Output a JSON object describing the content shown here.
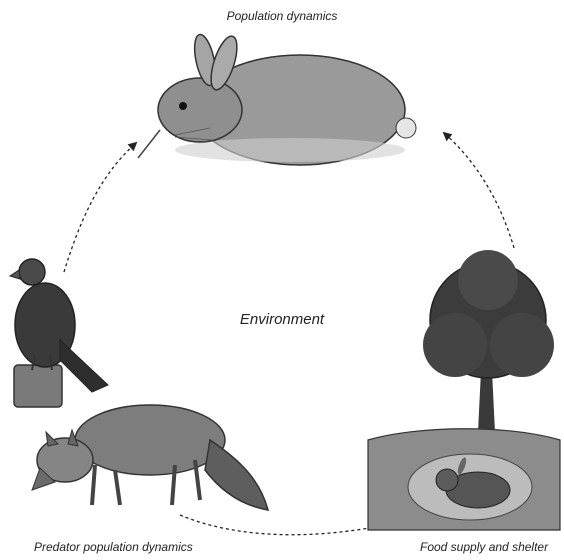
{
  "labels": {
    "top": "Population dynamics",
    "center": "Environment",
    "bottom_left": "Predator population dynamics",
    "bottom_right": "Food supply and shelter"
  },
  "nodes": [
    {
      "id": "rabbit",
      "icon": "rabbit-illustration"
    },
    {
      "id": "hawk",
      "icon": "hawk-illustration"
    },
    {
      "id": "fox",
      "icon": "fox-illustration"
    },
    {
      "id": "tree",
      "icon": "tree-illustration"
    },
    {
      "id": "burrow",
      "icon": "rabbit-burrow-illustration"
    }
  ],
  "edges": [
    {
      "from": "hawk",
      "to": "rabbit",
      "style": "dotted-arrow"
    },
    {
      "from": "fox",
      "to": "burrow",
      "style": "dotted-line"
    },
    {
      "from": "tree",
      "to": "rabbit",
      "style": "dotted-arrow"
    }
  ],
  "colors": {
    "ink": "#222222",
    "fill_dark": "#3a3a3a",
    "fill_mid": "#8a8a8a",
    "fill_light": "#bdbdbd"
  }
}
